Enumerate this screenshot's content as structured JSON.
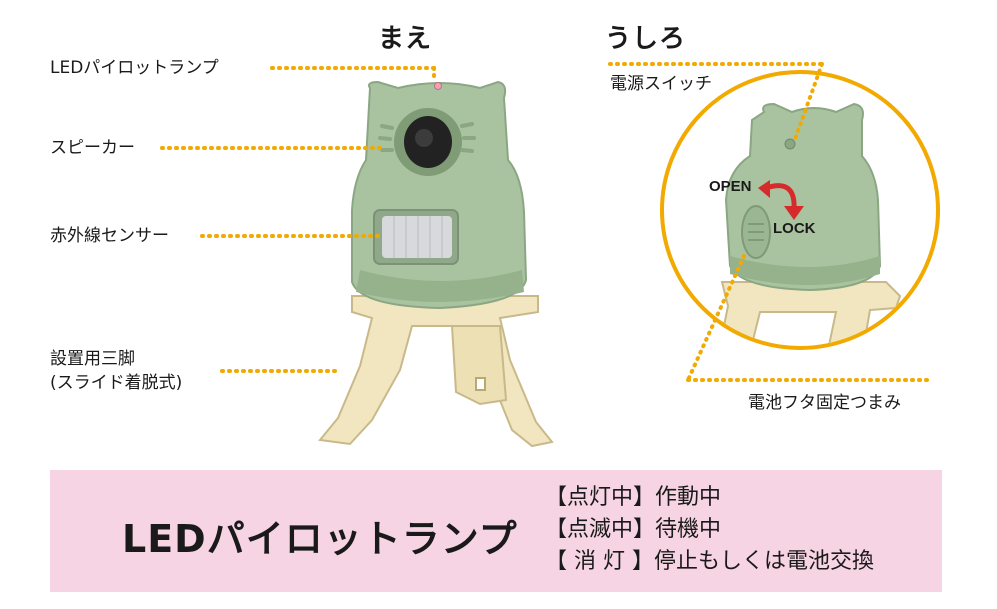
{
  "headings": {
    "front": "まえ",
    "back": "うしろ"
  },
  "front_labels": {
    "led": "LEDパイロットランプ",
    "speaker": "スピーカー",
    "sensor": "赤外線センサー",
    "tripod_line1": "設置用三脚",
    "tripod_line2": "(スライド着脱式)"
  },
  "back_labels": {
    "power_switch": "電源スイッチ",
    "open": "OPEN",
    "lock": "LOCK",
    "battery_knob": "電池フタ固定つまみ"
  },
  "legend": {
    "title": "LEDパイロットランプ",
    "lines": [
      "【点灯中】作動中",
      "【点滅中】待機中",
      "【 消 灯 】停止もしくは電池交換"
    ]
  },
  "colors": {
    "body_green": "#a9c3a0",
    "stand_cream": "#f1e6bf",
    "dot_orange": "#f2a900",
    "legend_pink": "#f7d4e3",
    "arrow_red": "#d62b2b"
  }
}
